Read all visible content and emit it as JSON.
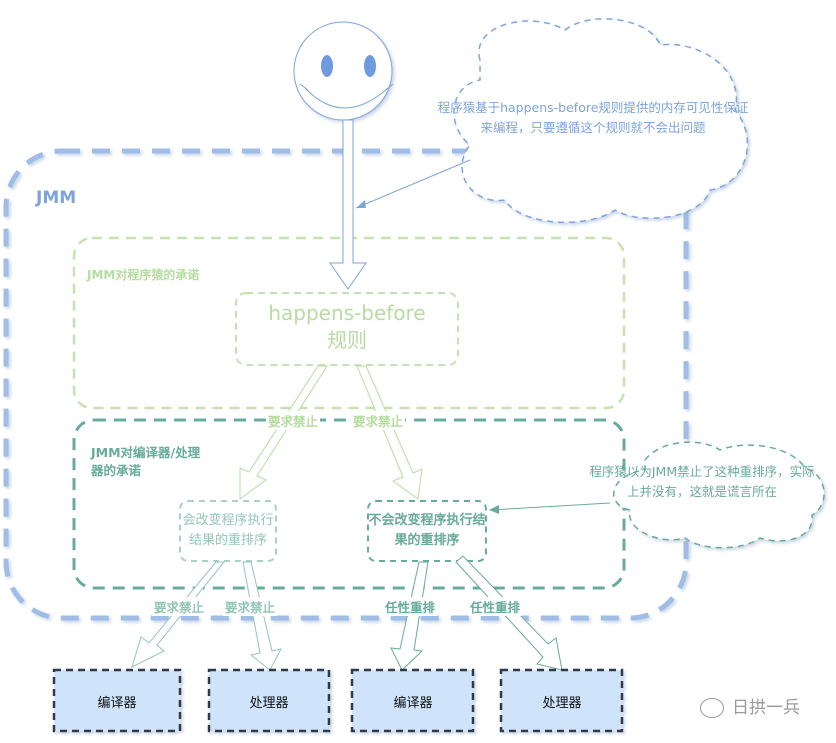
{
  "diagram": {
    "jmm_label": "JMM",
    "programmer_promise_title": "JMM对程序猿的承诺",
    "compiler_promise_title": "JMM对编译器/处理器的承诺",
    "happens_before_rule": "happens-before 规则",
    "reorder_changing_result": "会改变程序执行结果的重排序",
    "reorder_not_changing_result": "不会改变程序执行结果的重排序",
    "edges": {
      "hb_to_changing": "要求禁止",
      "hb_to_not_changing": "要求禁止",
      "changing_to_compiler": "要求禁止",
      "changing_to_processor": "要求禁止",
      "not_changing_to_compiler": "任性重排",
      "not_changing_to_processor": "任性重排"
    },
    "targets": [
      "编译器",
      "处理器",
      "编译器",
      "处理器"
    ],
    "cloud_top": "程序猿基于happens-before规则提供的内存可见性保证来编程，只要遵循这个规则就不会出问题",
    "cloud_right": "程序猿以为JMM禁止了这种重排序，实际上并没有，这就是谎言所在",
    "watermark": "日拱一兵"
  },
  "colors": {
    "blue": "#7ea4dc",
    "light_green": "#b6dca0",
    "teal": "#67ab9a",
    "target_fill": "#cfe3fa"
  }
}
